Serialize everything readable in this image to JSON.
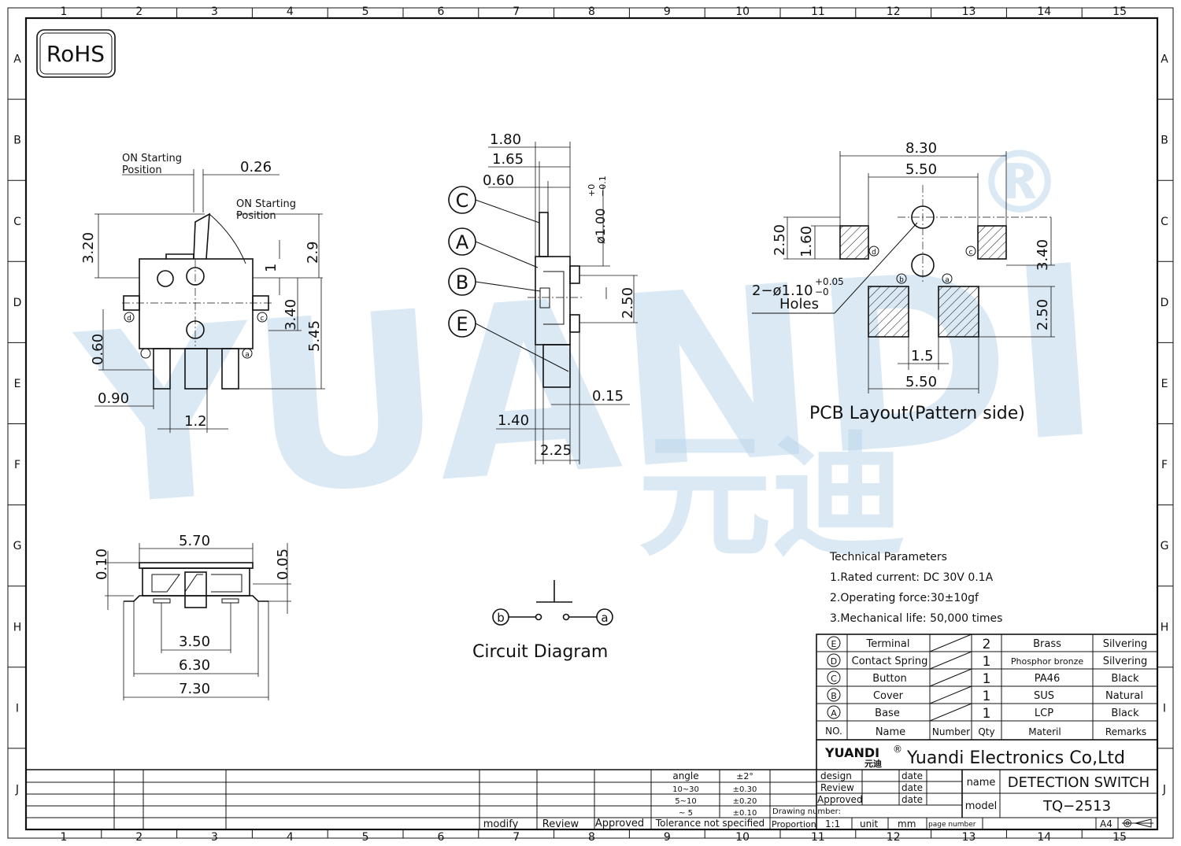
{
  "border": {
    "columns": [
      "1",
      "2",
      "3",
      "4",
      "5",
      "6",
      "7",
      "8",
      "9",
      "10",
      "11",
      "12",
      "13",
      "14",
      "15"
    ],
    "rows": [
      "A",
      "B",
      "C",
      "D",
      "E",
      "F",
      "G",
      "H",
      "I",
      "J"
    ]
  },
  "rohs_label": "RoHS",
  "watermark": {
    "brand": "YUANDI",
    "cn": "元迪",
    "reg": "®"
  },
  "side_view": {
    "on_start_1_line1": "ON  Starting",
    "on_start_1_line2": "Position",
    "on_start_2_line1": "ON  Starting",
    "on_start_2_line2": "Position",
    "dims": [
      "0.26",
      "3.20",
      "2.9",
      "1",
      "3.40",
      "5.45",
      "0.60",
      "0.90",
      "1.2"
    ],
    "pad_d": "d",
    "pad_c": "c",
    "pad_a": "a"
  },
  "end_view": {
    "dims": [
      "1.80",
      "1.65",
      "0.60",
      "ø1.00",
      "+0",
      "−0.1",
      "2.50",
      "0.15",
      "1.40",
      "2.25"
    ],
    "callouts": [
      "C",
      "A",
      "B",
      "E"
    ]
  },
  "pcb": {
    "dims": [
      "8.30",
      "5.50",
      "2.50",
      "1.60",
      "3.40",
      "2.50",
      "1.5",
      "5.50"
    ],
    "hole_line1": "2−ø1.10",
    "hole_tol_plus": "+0.05",
    "hole_tol_minus": "−0",
    "hole_line2": "Holes",
    "pads": [
      "d",
      "c",
      "b",
      "a"
    ],
    "title": "PCB  Layout(Pattern  side)"
  },
  "bottom_view": {
    "dims": [
      "5.70",
      "0.10",
      "0.05",
      "3.50",
      "6.30",
      "7.30"
    ]
  },
  "circuit": {
    "title": "Circuit  Diagram",
    "left": "b",
    "right": "a"
  },
  "tech": {
    "heading": "Technical  Parameters",
    "lines": [
      "1.Rated  current:  DC  30V  0.1A",
      "2.Operating  force:30±10gf",
      "3.Mechanical  life:  50,000  times"
    ]
  },
  "bom": {
    "rows": [
      {
        "no": "E",
        "name": "Terminal",
        "qty": "2",
        "material": "Brass",
        "remark": "Silvering"
      },
      {
        "no": "D",
        "name": "Contact Spring",
        "qty": "1",
        "material": "Phosphor bronze",
        "remark": "Silvering"
      },
      {
        "no": "C",
        "name": "Button",
        "qty": "1",
        "material": "PA46",
        "remark": "Black"
      },
      {
        "no": "B",
        "name": "Cover",
        "qty": "1",
        "material": "SUS",
        "remark": "Natural"
      },
      {
        "no": "A",
        "name": "Base",
        "qty": "1",
        "material": "LCP",
        "remark": "Black"
      }
    ],
    "header": {
      "no": "NO.",
      "name": "Name",
      "number": "Number",
      "qty": "Qty",
      "material": "Materil",
      "remark": "Remarks"
    }
  },
  "title_block": {
    "logo_text": "YUANDI",
    "logo_cn": "元迪",
    "company": "Yuandi Electronics Co,Ltd",
    "design": "design",
    "review": "Review",
    "approved": "Approved",
    "date": "date",
    "drawing_number": "Drawing  number:",
    "proportion": "Proportion",
    "scale": "1:1",
    "unit": "unit",
    "mm": "mm",
    "page_number": "page number",
    "name_label": "name",
    "name_value": "DETECTION  SWITCH",
    "model_label": "model",
    "model_value": "TQ−2513",
    "paper": "A4",
    "tolerances": [
      {
        "range": "angle",
        "tol": "±2°"
      },
      {
        "range": "10~30",
        "tol": "±0.30"
      },
      {
        "range": "5~10",
        "tol": "±0.20"
      },
      {
        "range": "~ 5",
        "tol": "±0.10"
      }
    ],
    "tolerance_label": "Tolerance  not  specified",
    "rev_modify": "modify",
    "rev_review": "Review",
    "rev_approved": "Approved"
  }
}
